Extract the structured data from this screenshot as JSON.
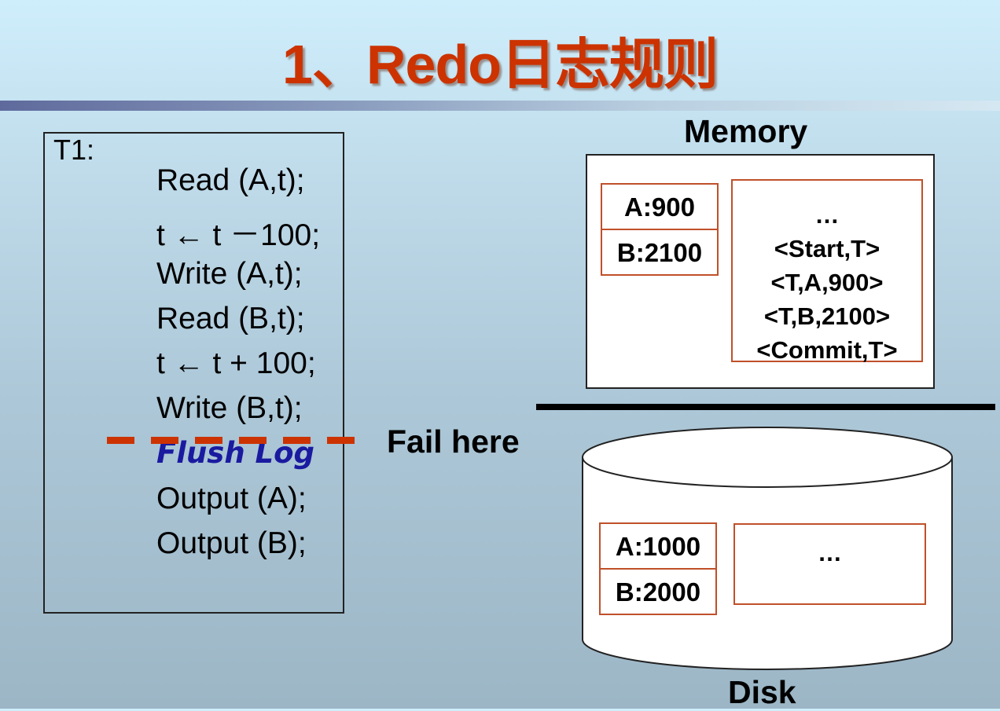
{
  "title": "1、Redo日志规则",
  "transaction": {
    "label": "T1:",
    "lines": [
      "Read (A,t);",
      "t ← t －100;",
      "Write (A,t);",
      "Read (B,t);",
      "t ← t + 100;",
      "Write (B,t);",
      "Flush Log",
      "Output (A);",
      "Output (B);"
    ]
  },
  "fail_marker": {
    "label": "Fail here"
  },
  "memory": {
    "label": "Memory",
    "cells": [
      "A:900",
      "B:2100"
    ],
    "log": [
      "…",
      "<Start,T>",
      "<T,A,900>",
      "<T,B,2100>",
      "<Commit,T>"
    ]
  },
  "disk": {
    "label": "Disk",
    "cells": [
      "A:1000",
      "B:2000"
    ],
    "log": [
      "…"
    ]
  },
  "colors": {
    "title": "#cc3300",
    "fail_line": "#cc3300",
    "cell_border": "#c0502a",
    "flush_log_text": "#1a1aa0"
  }
}
